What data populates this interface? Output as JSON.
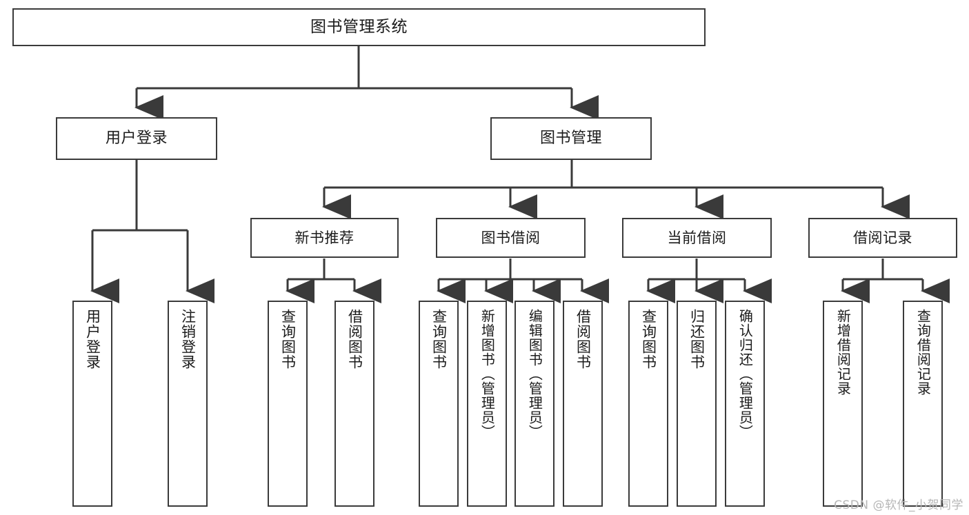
{
  "diagram": {
    "title": "图书管理系统",
    "watermark": "CSDN @软件_小贺同学",
    "stroke_color": "#3a3a3a",
    "text_color": "#1b1b1b",
    "background_color": "#ffffff",
    "root": {
      "label": "图书管理系统"
    },
    "level2": [
      {
        "label": "用户登录"
      },
      {
        "label": "图书管理"
      }
    ],
    "level3": [
      {
        "label": "新书推荐"
      },
      {
        "label": "图书借阅"
      },
      {
        "label": "当前借阅"
      },
      {
        "label": "借阅记录"
      }
    ],
    "leaves": {
      "user_login": [
        {
          "label": "用户登录"
        },
        {
          "label": "注销登录"
        }
      ],
      "new_book": [
        {
          "label": "查询图书"
        },
        {
          "label": "借阅图书"
        }
      ],
      "book_borrow": [
        {
          "label": "查询图书"
        },
        {
          "label": "新增图书（管理员）"
        },
        {
          "label": "编辑图书（管理员）"
        },
        {
          "label": "借阅图书"
        }
      ],
      "current_borrow": [
        {
          "label": "查询图书"
        },
        {
          "label": "归还图书"
        },
        {
          "label": "确认归还（管理员）"
        }
      ],
      "borrow_record": [
        {
          "label": "新增借阅记录"
        },
        {
          "label": "查询借阅记录"
        }
      ]
    }
  }
}
